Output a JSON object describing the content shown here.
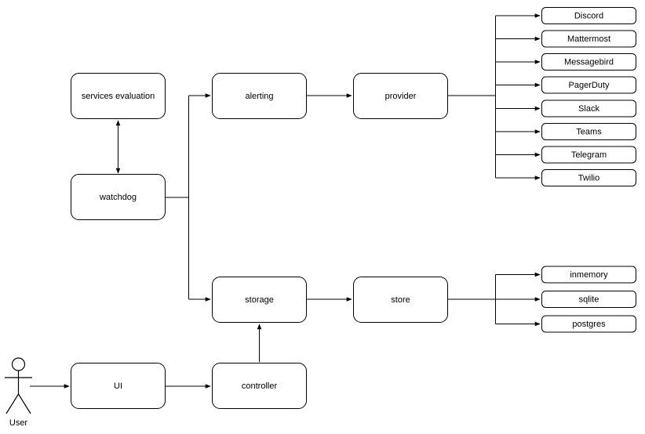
{
  "diagram": {
    "type": "flowchart",
    "background_color": "#ffffff",
    "line_color": "#000000",
    "node_fill": "#ffffff",
    "actor": {
      "label": "User",
      "icon": "stick-figure-actor-icon"
    },
    "nodes": {
      "services_evaluation": "services evaluation",
      "watchdog": "watchdog",
      "alerting": "alerting",
      "provider": "provider",
      "storage": "storage",
      "store": "store",
      "ui": "UI",
      "controller": "controller"
    },
    "providers": [
      "Discord",
      "Mattermost",
      "Messagebird",
      "PagerDuty",
      "Slack",
      "Teams",
      "Telegram",
      "Twilio"
    ],
    "stores": [
      "inmemory",
      "sqlite",
      "postgres"
    ],
    "edges": [
      {
        "from": "watchdog",
        "to": "services evaluation",
        "style": "bidirectional"
      },
      {
        "from": "watchdog",
        "to": "alerting",
        "style": "orthogonal-arrow"
      },
      {
        "from": "watchdog",
        "to": "storage",
        "style": "orthogonal-arrow"
      },
      {
        "from": "alerting",
        "to": "provider",
        "style": "arrow"
      },
      {
        "from": "provider",
        "to": "providers-list",
        "style": "fan-out"
      },
      {
        "from": "storage",
        "to": "store",
        "style": "arrow"
      },
      {
        "from": "store",
        "to": "stores-list",
        "style": "fan-out"
      },
      {
        "from": "User",
        "to": "UI",
        "style": "arrow"
      },
      {
        "from": "UI",
        "to": "controller",
        "style": "arrow"
      },
      {
        "from": "controller",
        "to": "storage",
        "style": "arrow-up"
      }
    ]
  }
}
